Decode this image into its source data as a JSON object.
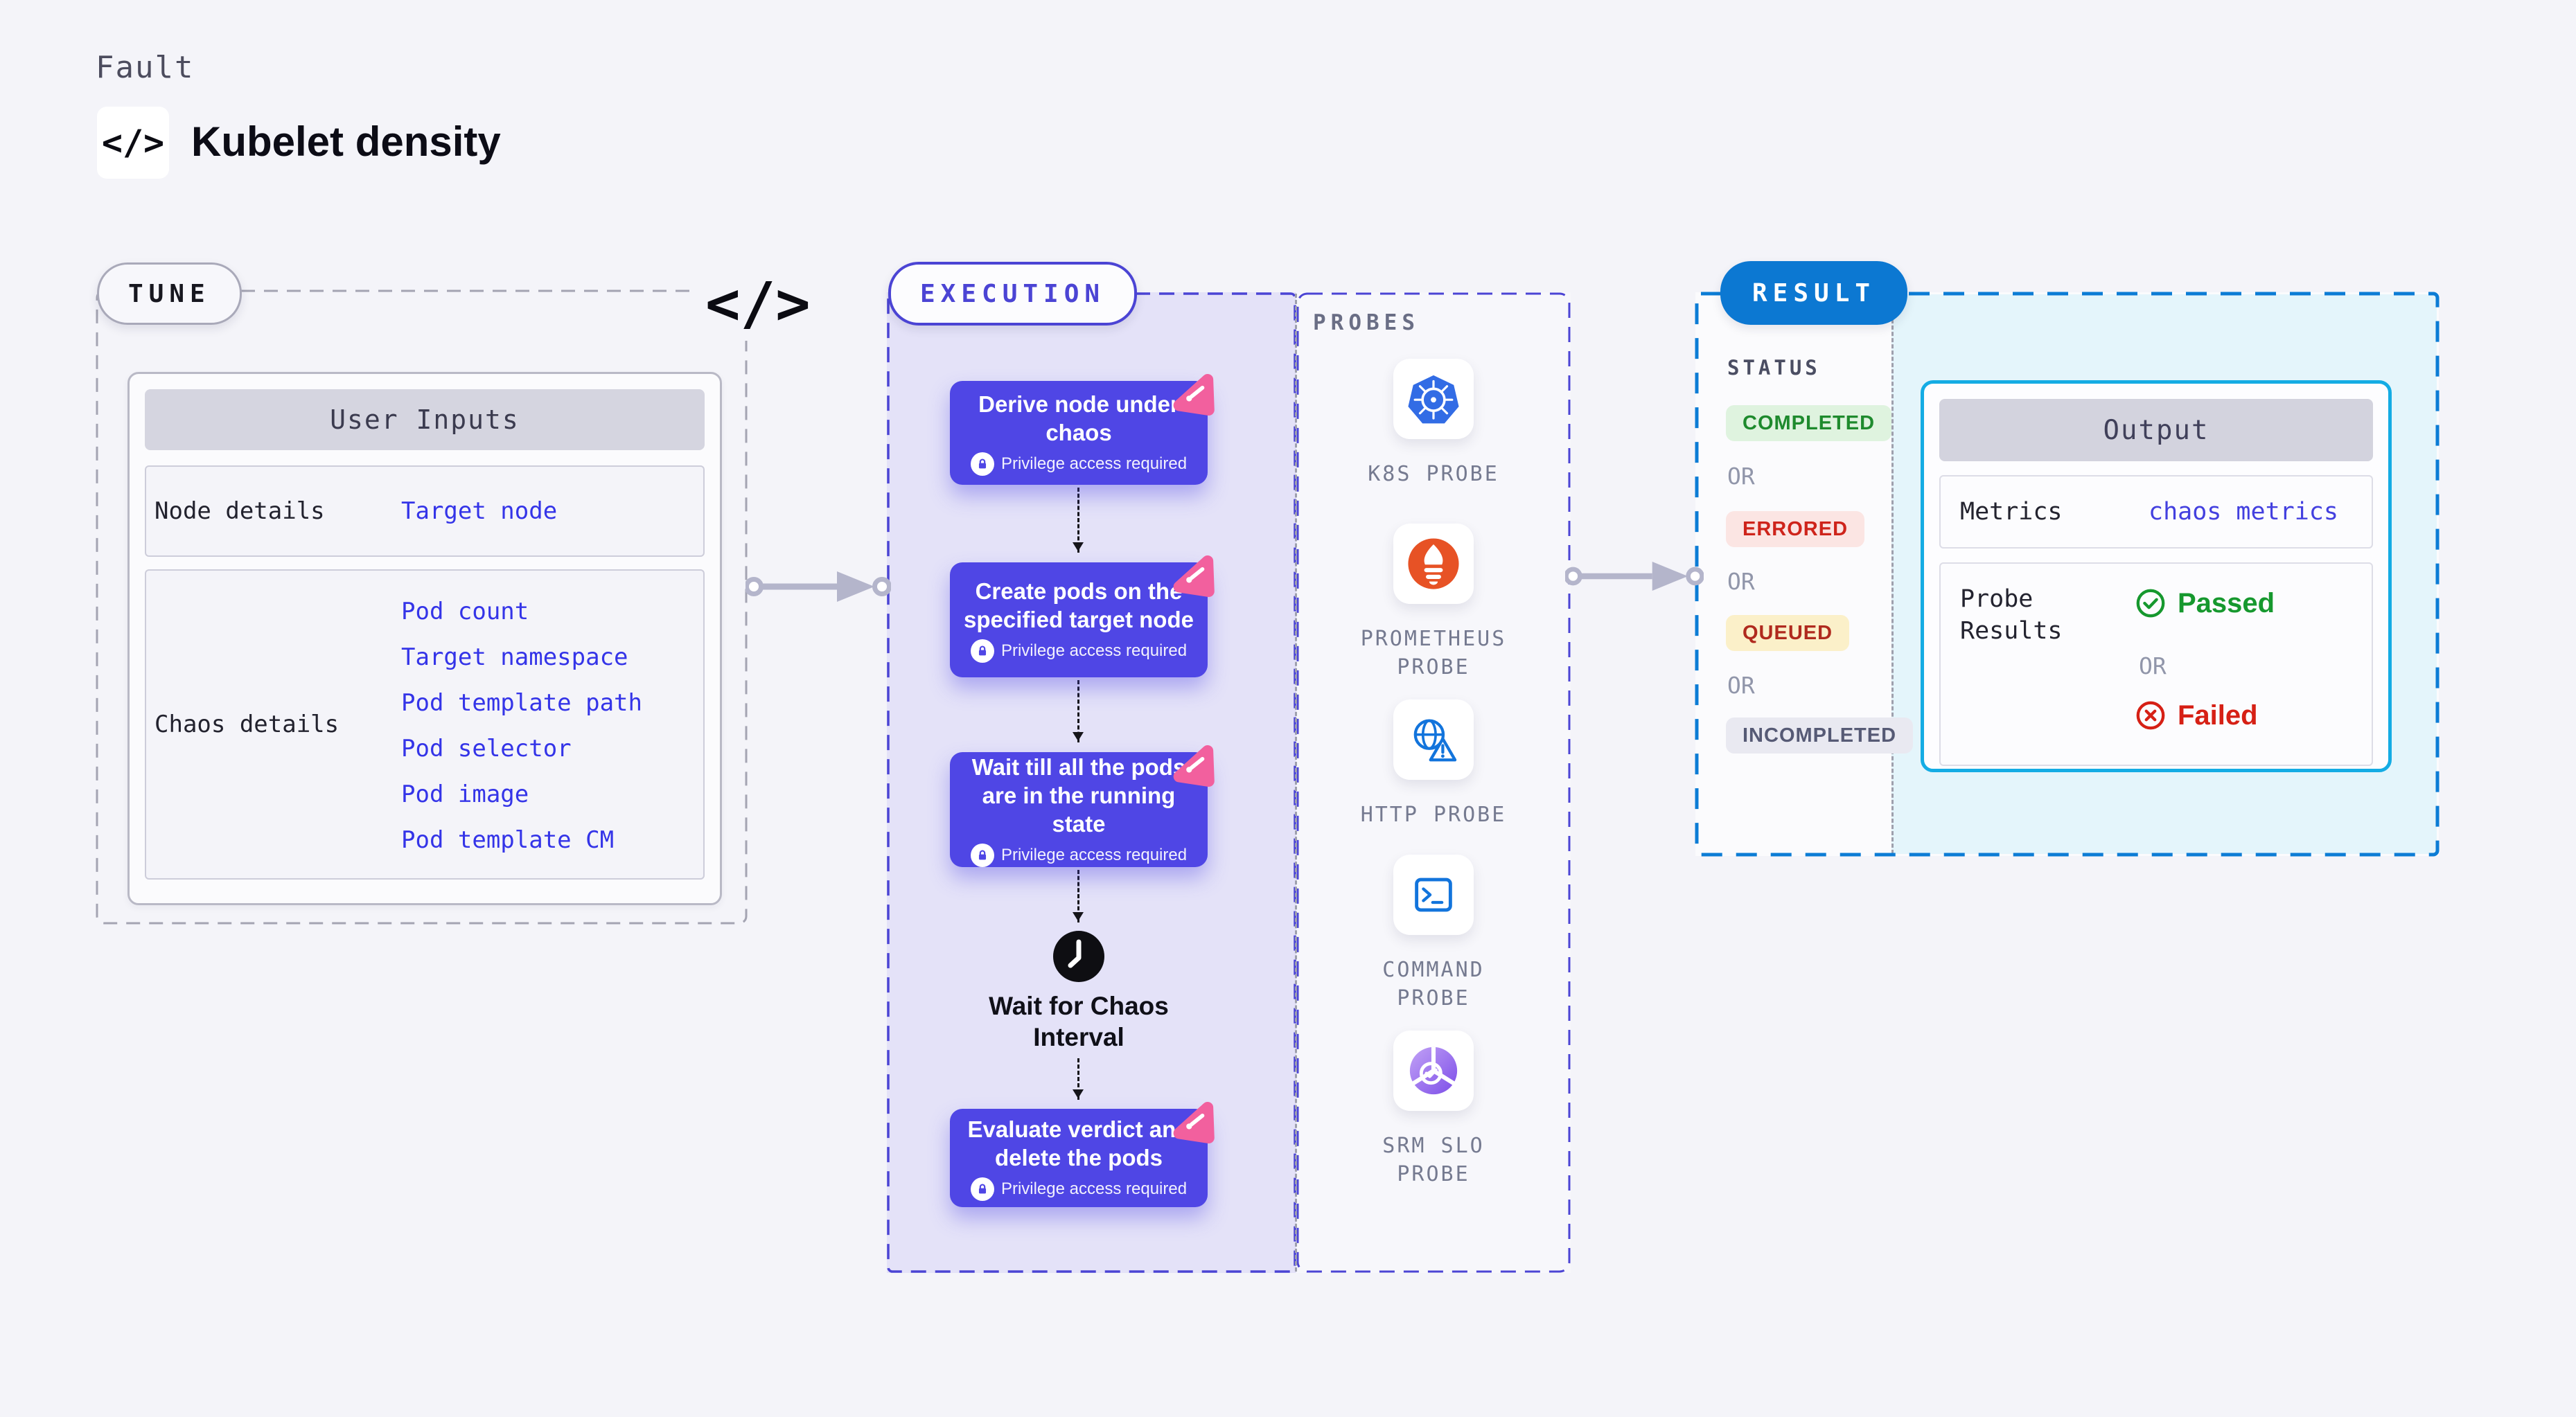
{
  "header": {
    "kicker": "Fault",
    "title": "Kubelet density",
    "code_icon": "</>"
  },
  "tune": {
    "badge": "TUNE",
    "code_icon": "</>",
    "table": {
      "header": "User Inputs",
      "rows": [
        {
          "label": "Node details",
          "links": [
            "Target node"
          ]
        },
        {
          "label": "Chaos details",
          "links": [
            "Pod count",
            "Target namespace",
            "Pod template path",
            "Pod selector",
            "Pod image",
            "Pod template CM"
          ]
        }
      ]
    }
  },
  "execution": {
    "badge": "EXECUTION",
    "privilege_label": "Privilege access required",
    "steps": [
      "Derive node under chaos",
      "Create pods on the specified target node",
      "Wait till all the pods are in the running state",
      "Wait for Chaos Interval",
      "Evaluate verdict and delete the pods"
    ]
  },
  "probes": {
    "label": "PROBES",
    "items": [
      {
        "name": "k8s-probe",
        "lines": [
          "K8S PROBE"
        ]
      },
      {
        "name": "prometheus-probe",
        "lines": [
          "PROMETHEUS",
          "PROBE"
        ]
      },
      {
        "name": "http-probe",
        "lines": [
          "HTTP PROBE"
        ]
      },
      {
        "name": "command-probe",
        "lines": [
          "COMMAND",
          "PROBE"
        ]
      },
      {
        "name": "srm-slo-probe",
        "lines": [
          "SRM SLO",
          "PROBE"
        ]
      }
    ]
  },
  "result": {
    "badge": "RESULT",
    "status_label": "STATUS",
    "or_label": "OR",
    "statuses": [
      {
        "label": "COMPLETED",
        "bg": "#DFF3DF",
        "color": "#1E8A2D"
      },
      {
        "label": "ERRORED",
        "bg": "#FBE5E3",
        "color": "#CE241B"
      },
      {
        "label": "QUEUED",
        "bg": "#FBF0C9",
        "color": "#B02A1E"
      },
      {
        "label": "INCOMPLETED",
        "bg": "#E9E9F1",
        "color": "#565A75"
      }
    ],
    "output": {
      "header": "Output",
      "metrics_label": "Metrics",
      "metrics_value": "chaos metrics",
      "probe_results_label": "Probe Results",
      "passed": "Passed",
      "failed": "Failed"
    }
  },
  "colors": {
    "page_bg": "#F4F4F9",
    "step_card": "#4F46E5",
    "execution_border": "#4B44D4",
    "result_blue": "#0C78D2",
    "output_border": "#14ACE4",
    "link_blue": "#3434E8",
    "arrow_gray": "#B4B5CB",
    "pink_badge": "#F2609E",
    "green": "#16982E",
    "red": "#D62015",
    "k8s_blue": "#326CE5",
    "prometheus_orange": "#E75225",
    "probe_icon_blue": "#1274DC"
  }
}
